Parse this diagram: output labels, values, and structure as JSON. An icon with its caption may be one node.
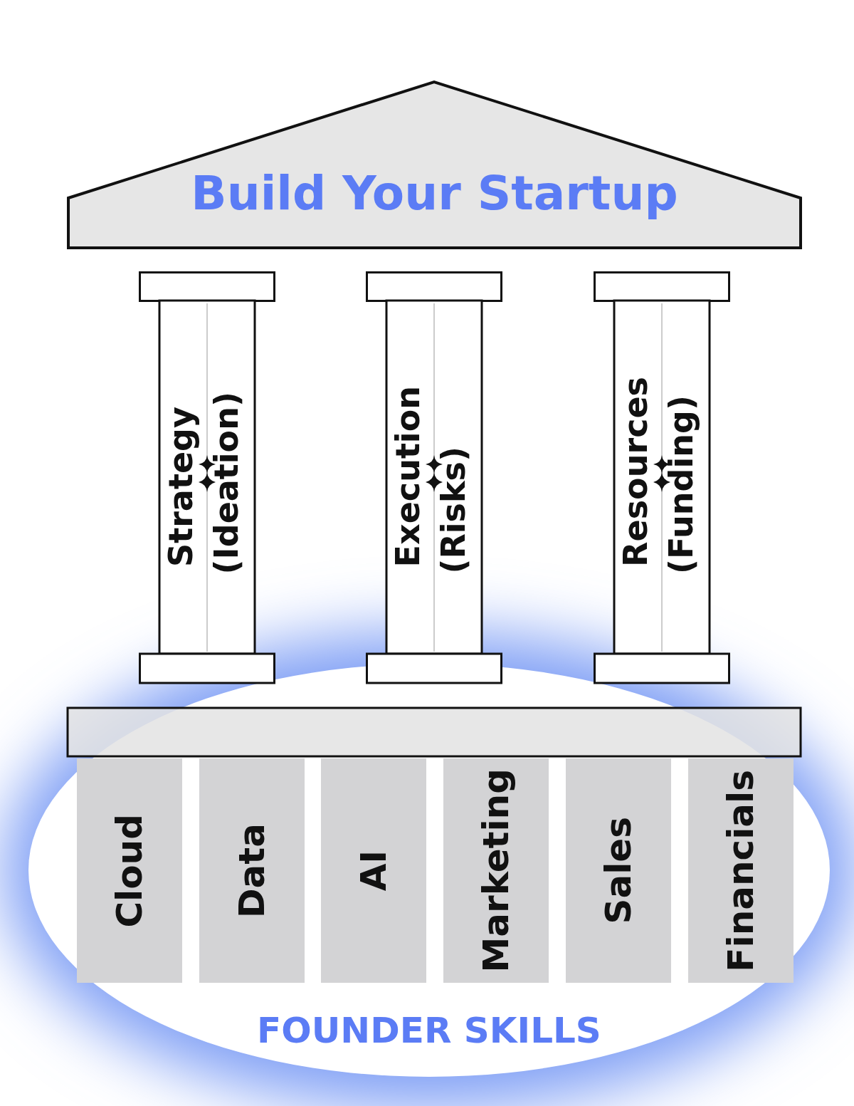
{
  "diagram": {
    "nodes": [
      {
        "text": [
          "Build Your Startup"
        ]
      },
      {
        "text": [
          "Strategy",
          "(Ideation)"
        ]
      },
      {
        "text": [
          "Execution",
          "(Risks)"
        ]
      },
      {
        "text": [
          "Resources",
          "(Funding)"
        ]
      },
      {
        "text": [
          "Cloud"
        ],
        "in": 10
      },
      {
        "text": [
          "Data"
        ],
        "in": 10
      },
      {
        "text": [
          "AI"
        ],
        "in": 10
      },
      {
        "text": [
          "Marketing"
        ],
        "in": 10
      },
      {
        "text": [
          "Sales"
        ],
        "in": 10
      },
      {
        "text": [
          "Financials"
        ],
        "in": 10
      },
      {
        "text": [
          "FOUNDER SKILLS"
        ]
      },
      {
        "text": [],
        "shape": "bar",
        "in": 10
      }
    ],
    "edges": []
  }
}
